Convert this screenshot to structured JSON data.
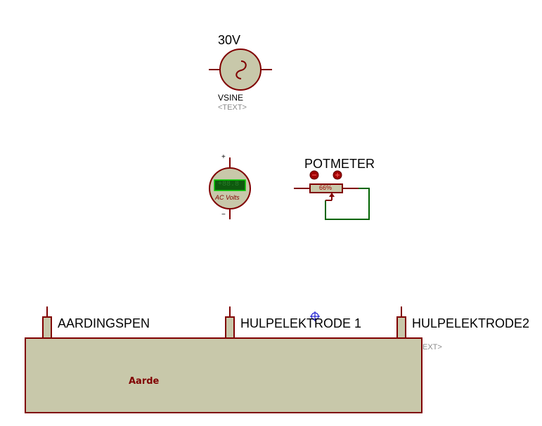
{
  "colors": {
    "component_fill": "#c8c8aa",
    "component_stroke": "#800000",
    "wire_green": "#006400",
    "lcd_bg": "#0e5a0e",
    "lcd_border": "#00cc00",
    "cursor": "#0000cc"
  },
  "vsine": {
    "value": "30V",
    "name": "VSINE",
    "text_placeholder": "<TEXT>",
    "icon": "sine-wave-icon"
  },
  "voltmeter": {
    "plus": "+",
    "minus": "−",
    "display": "+88.8",
    "unit_label": "AC Volts"
  },
  "potmeter": {
    "title": "POTMETER",
    "value_display": "66%",
    "decrement_icon": "minus-button-icon",
    "increment_icon": "plus-button-icon"
  },
  "earth": {
    "block_label": "Aarde",
    "probes": [
      {
        "label": "AARDINGSPEN"
      },
      {
        "label": "HULPELEKTRODE 1"
      },
      {
        "label": "HULPELEKTRODE2"
      }
    ],
    "text_fragment": "EXT>"
  }
}
